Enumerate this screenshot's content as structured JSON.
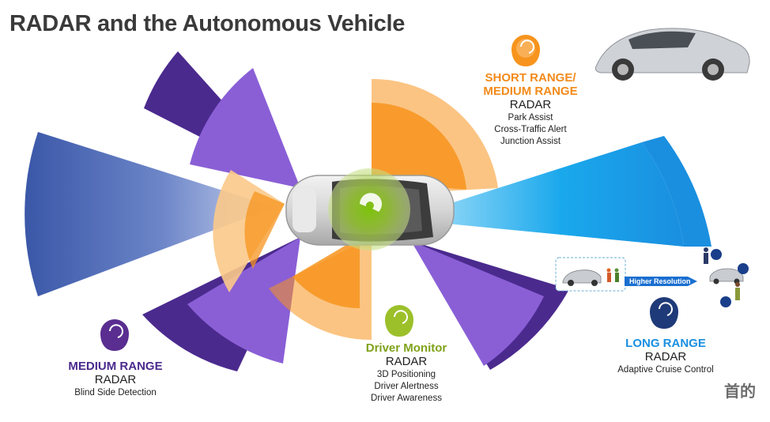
{
  "title": "RADAR and the Autonomous Vehicle",
  "short_range": {
    "heading_line1": "SHORT RANGE/",
    "heading_line2": "MEDIUM RANGE",
    "radar": "RADAR",
    "features": [
      "Park Assist",
      "Cross-Traffic Alert",
      "Junction Assist"
    ]
  },
  "medium_range": {
    "heading": "MEDIUM RANGE",
    "radar": "RADAR",
    "features": [
      "Blind Side Detection"
    ]
  },
  "driver_monitor": {
    "heading": "Driver Monitor",
    "radar": "RADAR",
    "features": [
      "3D Positioning",
      "Driver Alertness",
      "Driver Awareness"
    ]
  },
  "long_range": {
    "heading": "LONG RANGE",
    "radar": "RADAR",
    "features": [
      "Adaptive Cruise Control"
    ]
  },
  "higher_resolution": "Higher Resolution",
  "watermark": "首的",
  "colors": {
    "purple_dark": "#4b2a8e",
    "purple_light": "#8a5fd6",
    "blue_dark": "#3a57a8",
    "blue_long": "#1aa8ec",
    "orange": "#f7941d",
    "orange_light": "#fbc98a",
    "green": "#a7c93d",
    "title": "#3a3a3a"
  },
  "icons": [
    "radar-pin-icon",
    "car-icon",
    "pedestrian-icon"
  ]
}
